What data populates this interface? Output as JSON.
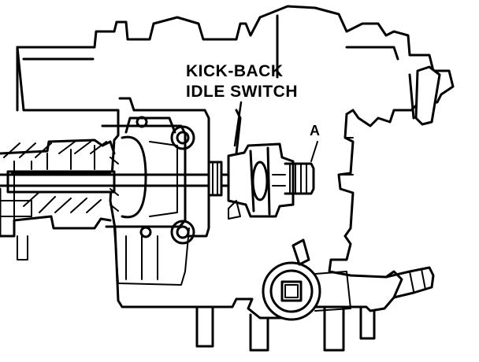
{
  "labels": {
    "callout_line1": "KICK-BACK",
    "callout_line2": "IDLE SWITCH",
    "part_a": "A"
  },
  "colors": {
    "ink": "#000000",
    "paper": "#ffffff"
  }
}
